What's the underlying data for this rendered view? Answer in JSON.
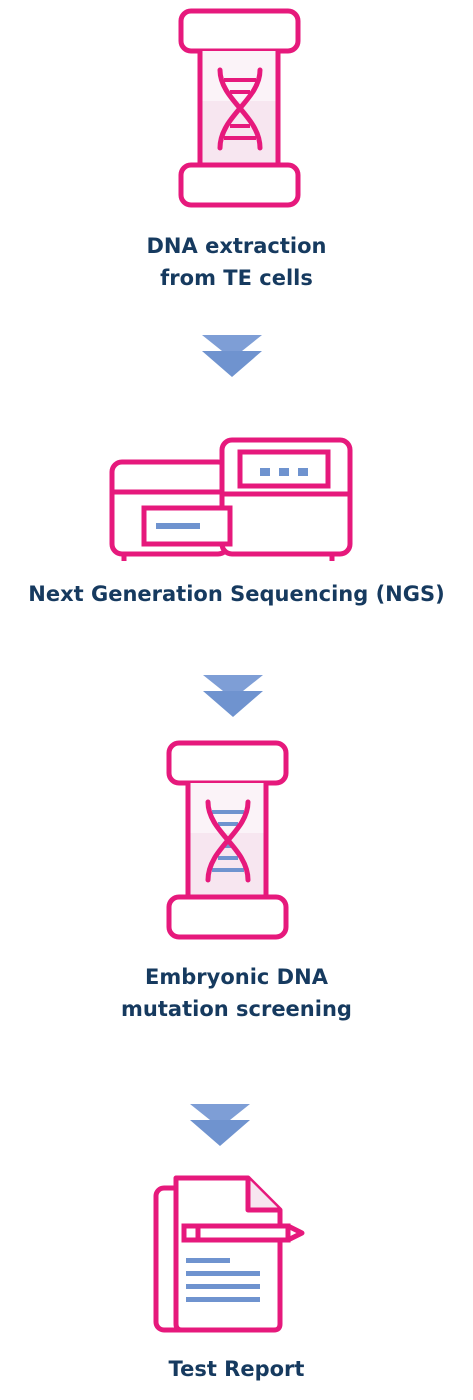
{
  "colors": {
    "pink": "#e6197c",
    "pink_light": "#f7e6f0",
    "blue": "#6f93cf",
    "navy": "#163a5f"
  },
  "steps": [
    {
      "id": "dna-extraction",
      "icon": "dna-tube-icon",
      "lines": [
        "DNA extraction",
        "from TE cells"
      ]
    },
    {
      "id": "ngs",
      "icon": "sequencer-machine-icon",
      "lines": [
        "Next Generation Sequencing (NGS)"
      ]
    },
    {
      "id": "mutation-screening",
      "icon": "dna-tube-icon",
      "lines": [
        "Embryonic DNA",
        "mutation screening"
      ]
    },
    {
      "id": "test-report",
      "icon": "document-report-icon",
      "lines": [
        "Test Report"
      ]
    }
  ]
}
